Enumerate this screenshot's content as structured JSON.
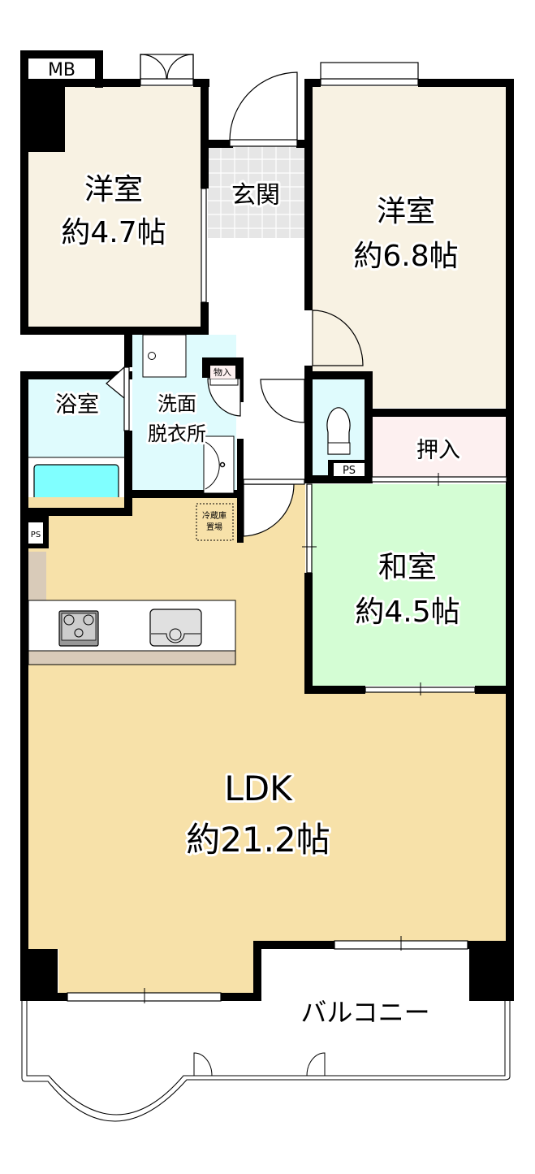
{
  "floorplan": {
    "colors": {
      "western_room": "#f8f2e3",
      "entrance": "#e6e6e6",
      "wet_area": "#dffbfd",
      "bathtub": "#80ffff",
      "closet": "#fdf0f0",
      "japanese_room": "#d4fdd4",
      "ldk": "#f7e1a9",
      "counter": "#d9cbb9",
      "wall": "#000000"
    },
    "rooms": {
      "western_room_1": {
        "name": "洋室",
        "size": "約4.7帖"
      },
      "western_room_2": {
        "name": "洋室",
        "size": "約6.8帖"
      },
      "entrance": {
        "name": "玄関"
      },
      "bathroom": {
        "name": "浴室"
      },
      "washroom": {
        "name_line1": "洗面",
        "name_line2": "脱衣所"
      },
      "storage": {
        "name": "物入"
      },
      "closet": {
        "name": "押入"
      },
      "japanese_room": {
        "name": "和室",
        "size": "約4.5帖"
      },
      "ldk": {
        "name": "LDK",
        "size": "約21.2帖"
      },
      "balcony": {
        "name": "バルコニー"
      },
      "fridge_space": {
        "line1": "冷蔵庫",
        "line2": "置場"
      }
    },
    "markers": {
      "meter_box": "MB",
      "pipe_space_1": "PS",
      "pipe_space_2": "PS"
    }
  }
}
